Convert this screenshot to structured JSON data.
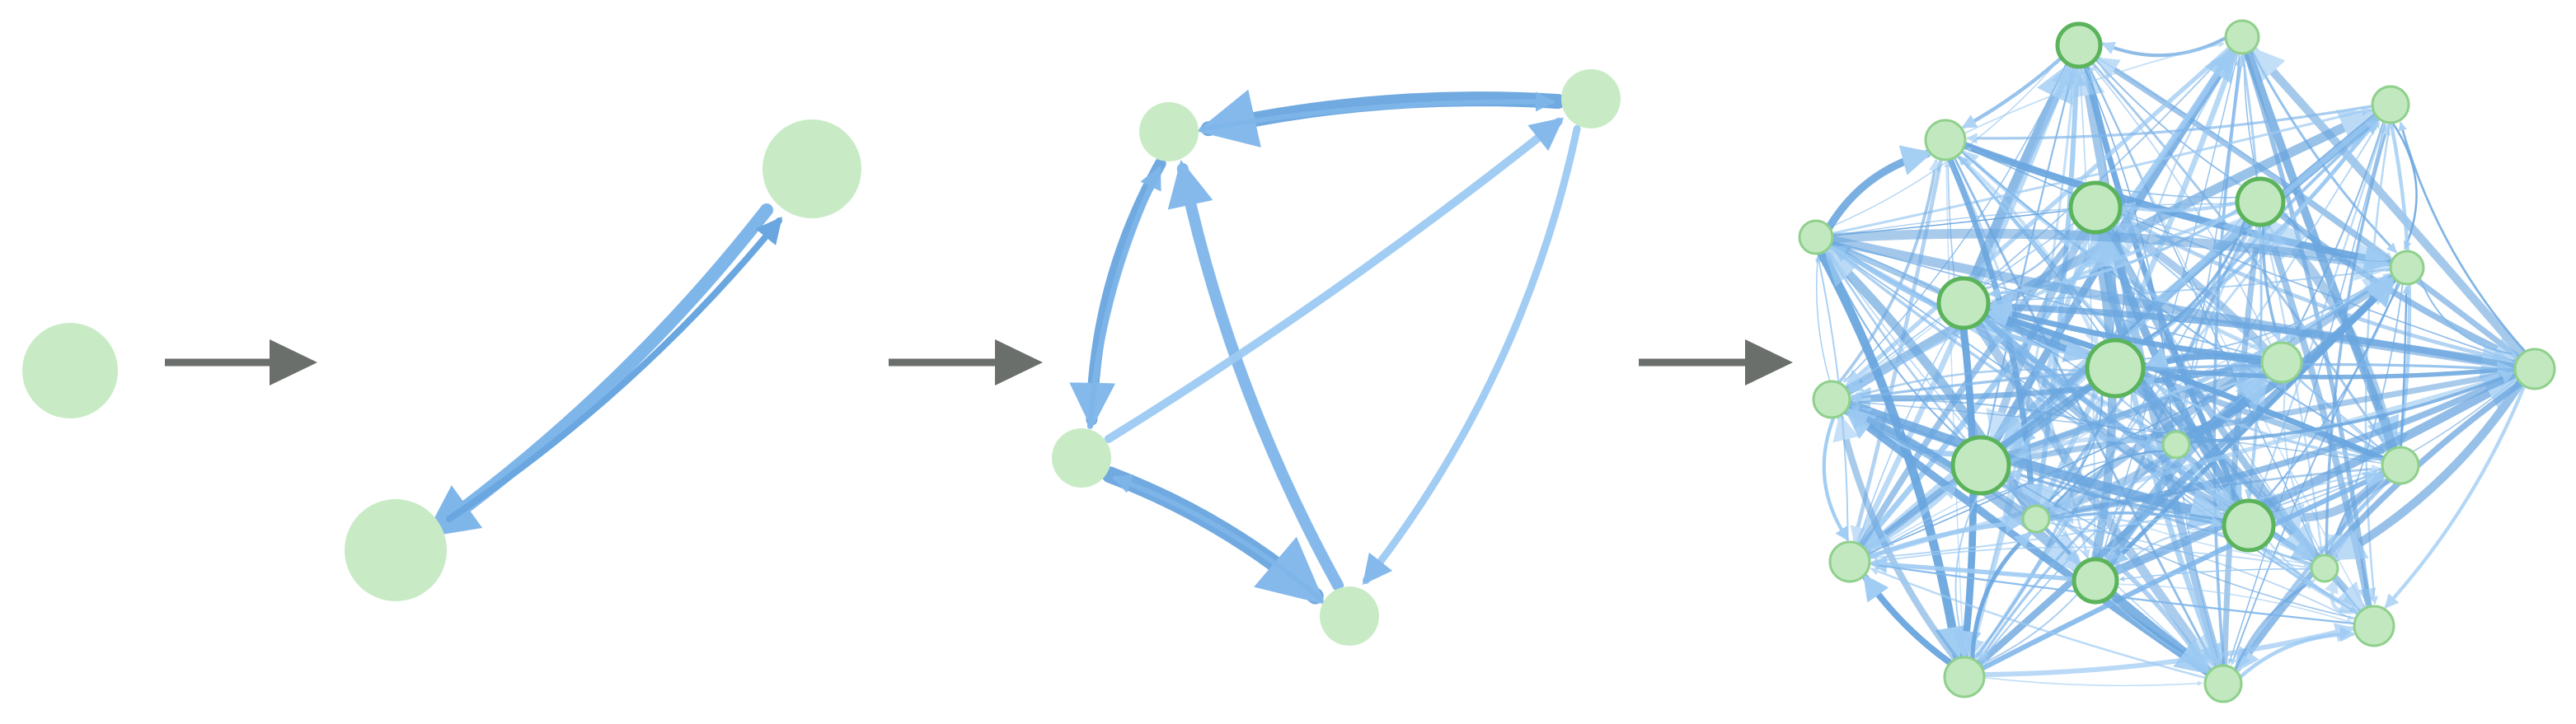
{
  "colors": {
    "background": "#ffffff",
    "node_fill": "#c8ebc6",
    "node_fill_dense": "#c2e8bf",
    "node_stroke_dense": "#5bb35b",
    "edge_dark": "#6aa6df",
    "edge_mid": "#7fb6ea",
    "edge_light": "#9ccaf3",
    "arrow": "#6b6f6b"
  },
  "stages": [
    {
      "id": "single-node",
      "node_count": 1
    },
    {
      "id": "two-nodes",
      "node_count": 2
    },
    {
      "id": "four-nodes",
      "node_count": 4
    },
    {
      "id": "dense-network",
      "node_count": 24
    }
  ],
  "transitions": [
    {
      "from": "single-node",
      "to": "two-nodes",
      "icon": "arrow-right-icon"
    },
    {
      "from": "two-nodes",
      "to": "four-nodes",
      "icon": "arrow-right-icon"
    },
    {
      "from": "four-nodes",
      "to": "dense-network",
      "icon": "arrow-right-icon"
    }
  ]
}
